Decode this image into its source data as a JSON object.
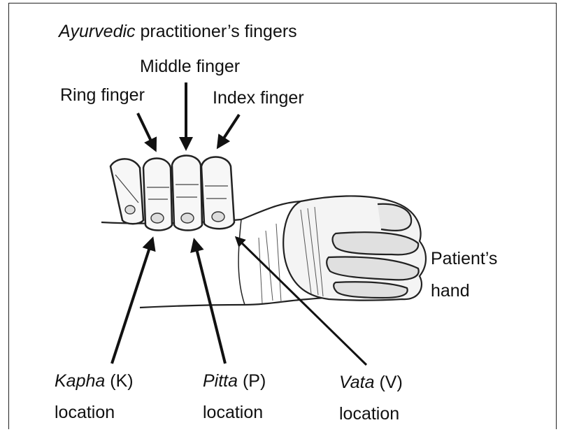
{
  "title": {
    "italic": "Ayurvedic",
    "rest": " practitioner’s fingers"
  },
  "fingers": {
    "middle": "Middle finger",
    "ring": "Ring finger",
    "index": "Index finger"
  },
  "patient": {
    "line1": "Patient’s",
    "line2": "hand"
  },
  "locations": {
    "kapha": {
      "name": "Kapha",
      "abbr": " (K)",
      "word": "location"
    },
    "pitta": {
      "name": "Pitta",
      "abbr": " (P)",
      "word": "location"
    },
    "vata": {
      "name": "Vata",
      "abbr": " (V)",
      "word": "location"
    }
  },
  "colors": {
    "ink": "#111111",
    "background": "#ffffff",
    "frame": "#222222"
  }
}
